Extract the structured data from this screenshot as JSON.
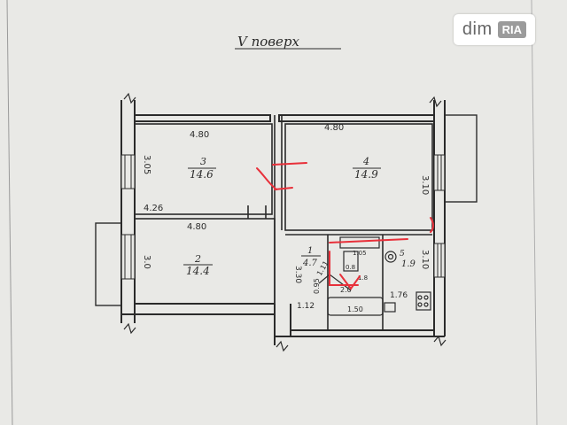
{
  "title": "Ⅴ поверх",
  "rooms": [
    {
      "id": "3",
      "area": "14.6",
      "width": "4.80",
      "height": "3.05"
    },
    {
      "id": "4",
      "area": "14.9",
      "width": "4.80",
      "height": "3.10"
    },
    {
      "id": "2",
      "area": "14.4",
      "width": "4.80",
      "height": "3.0"
    },
    {
      "id": "1",
      "area": "4.7"
    },
    {
      "id": "5",
      "area": "1.9",
      "height": "3.10"
    }
  ],
  "dimensions": {
    "corridor": "4.26",
    "kitchen_width": "1.76",
    "left_edge": "3.30",
    "small_a": "1.12",
    "small_b": "0.95",
    "small_c": "1.11",
    "bath_len": "1.50",
    "wc_a": "2.0",
    "wc_b": "1.05",
    "wc_c": "0.8",
    "wc_d": "1.8"
  },
  "watermark": {
    "brand": "dim",
    "badge": "RIA"
  },
  "colors": {
    "ink": "#2b2b2b",
    "paper": "#e9e9e6",
    "markup": "#e8303a"
  }
}
